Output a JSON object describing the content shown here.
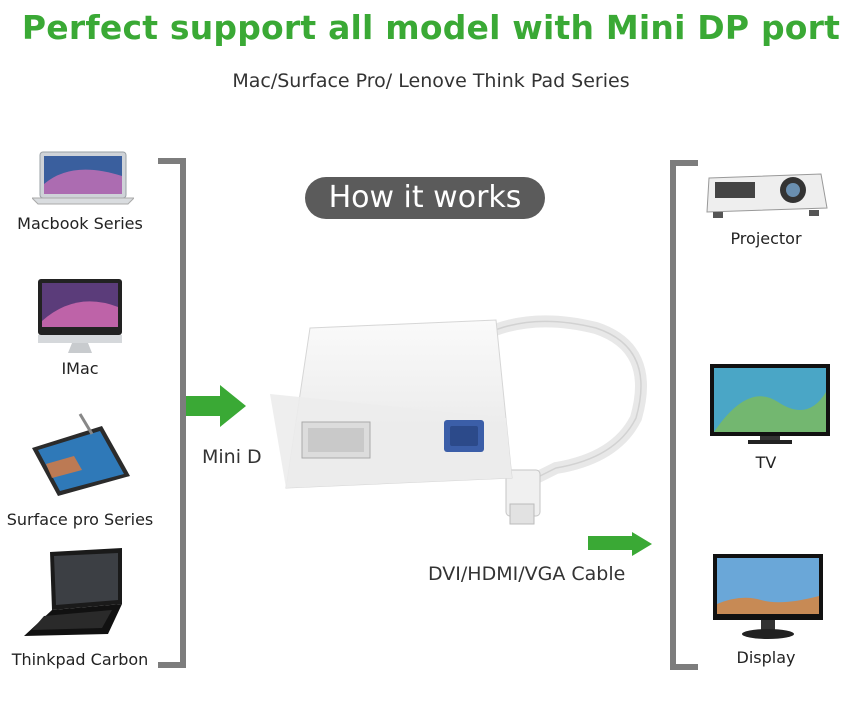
{
  "header": {
    "headline": "Perfect support all model with Mini DP port",
    "subhead": "Mac/Surface Pro/ Lenove Think Pad Series"
  },
  "center": {
    "how_it_works": "How it works",
    "mini_dp_label": "Mini D",
    "cable_label": "DVI/HDMI/VGA Cable"
  },
  "left_devices": [
    {
      "label": "Macbook Series",
      "icon": "laptop-icon"
    },
    {
      "label": "IMac",
      "icon": "imac-icon"
    },
    {
      "label": "Surface pro Series",
      "icon": "tablet-icon"
    },
    {
      "label": "Thinkpad Carbon",
      "icon": "thinkpad-icon"
    }
  ],
  "right_devices": [
    {
      "label": "Projector",
      "icon": "projector-icon"
    },
    {
      "label": "TV",
      "icon": "tv-icon"
    },
    {
      "label": "Display",
      "icon": "monitor-icon"
    }
  ],
  "colors": {
    "accent_green": "#3aa935",
    "bracket_gray": "#7d7d7d",
    "pill_gray": "#5b5b5b"
  }
}
